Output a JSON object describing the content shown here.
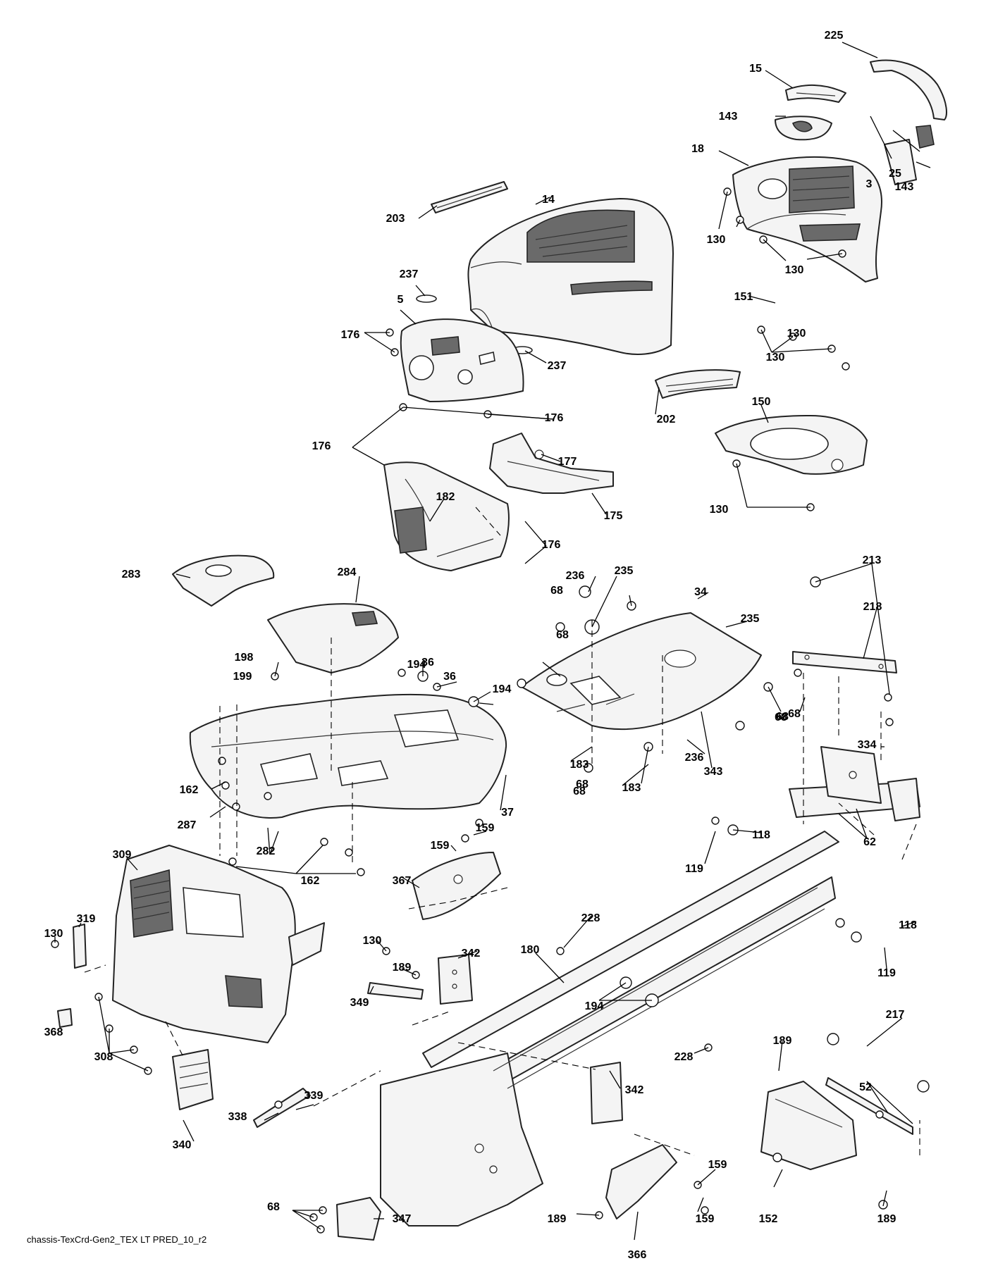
{
  "footer_label": "chassis-TexCrd-Gen2_TEX LT PRED_10_r2",
  "callouts": [
    "225",
    "15",
    "143",
    "18",
    "25",
    "3",
    "143",
    "130",
    "130",
    "130",
    "203",
    "14",
    "237",
    "5",
    "176",
    "237",
    "151",
    "130",
    "202",
    "176",
    "176",
    "177",
    "182",
    "175",
    "150",
    "130",
    "176",
    "283",
    "284",
    "236",
    "235",
    "68",
    "34",
    "213",
    "68",
    "235",
    "218",
    "198",
    "36",
    "194",
    "36",
    "199",
    "194",
    "68",
    "68",
    "68",
    "183",
    "68",
    "236",
    "343",
    "183",
    "68",
    "334",
    "162",
    "37",
    "287",
    "282",
    "62",
    "159",
    "118",
    "309",
    "159",
    "119",
    "367",
    "162",
    "319",
    "130",
    "228",
    "118",
    "130",
    "180",
    "342",
    "189",
    "119",
    "349",
    "194",
    "368",
    "217",
    "228",
    "308",
    "189",
    "52",
    "339",
    "342",
    "338",
    "340",
    "159",
    "68",
    "347",
    "189",
    "159",
    "152",
    "189",
    "366"
  ]
}
